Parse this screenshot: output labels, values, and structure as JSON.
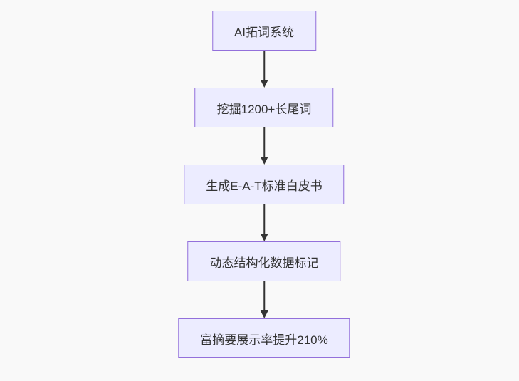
{
  "page": {
    "background_color": "#f9f9f9"
  },
  "flowchart": {
    "type": "flowchart",
    "direction": "top-down",
    "style": {
      "node_fill": "#ECECFF",
      "node_border": "#9370DB",
      "node_text_color": "#333333",
      "arrow_color": "#333333"
    },
    "nodes": [
      {
        "id": "ai-expansion-system",
        "label": "AI拓词系统"
      },
      {
        "id": "longtail-mining",
        "label": "挖掘1200+长尾词"
      },
      {
        "id": "eat-whitepaper",
        "label": "生成E-A-T标准白皮书"
      },
      {
        "id": "structured-data-markup",
        "label": "动态结构化数据标记"
      },
      {
        "id": "rich-snippet-result",
        "label": "富摘要展示率提升210%"
      }
    ],
    "edges": [
      {
        "from": 0,
        "to": 1
      },
      {
        "from": 1,
        "to": 2
      },
      {
        "from": 2,
        "to": 3
      },
      {
        "from": 3,
        "to": 4
      }
    ]
  }
}
